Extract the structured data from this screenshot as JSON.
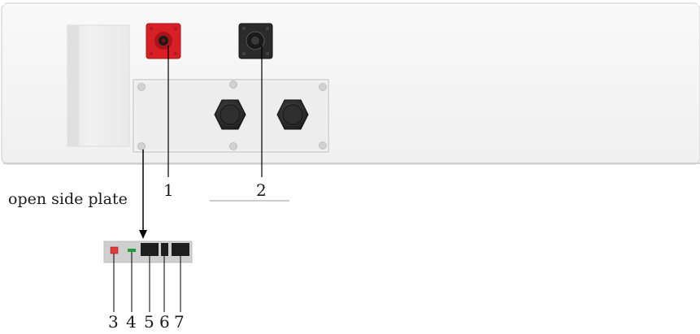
{
  "labels": {
    "open_side_plate": "open side plate",
    "callouts": [
      "1",
      "2",
      "3",
      "4",
      "5",
      "6",
      "7"
    ]
  },
  "colors": {
    "cabinet": "#f3f3f3",
    "cabinet_edge": "#d7d7d7",
    "positive_terminal": "#d81f26",
    "negative_terminal": "#2b2b2b",
    "gland": "#2a2a2a",
    "acrylic_plate": "#eceeee",
    "leader_line": "#000000",
    "mini_panel": "#cfcfcf",
    "mini_red": "#e23a3a",
    "mini_green": "#1f9d3a",
    "mini_black": "#1e1e1e"
  },
  "icons": {
    "terminal_1": "positive-terminal-icon",
    "terminal_2": "negative-terminal-icon",
    "glands": "cable-gland-icon",
    "arrow": "arrow-down-icon"
  }
}
